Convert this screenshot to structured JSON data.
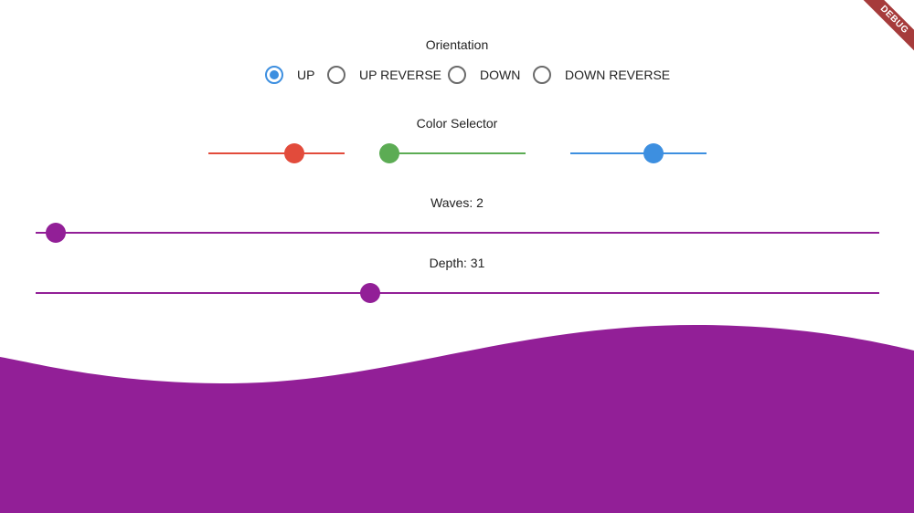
{
  "orientation": {
    "title": "Orientation",
    "options": [
      "UP",
      "UP REVERSE",
      "DOWN",
      "DOWN REVERSE"
    ],
    "selected": "UP"
  },
  "color_selector": {
    "title": "Color Selector",
    "sliders": [
      {
        "channel": "red",
        "color": "#e24b3b",
        "value": 0.63
      },
      {
        "channel": "green",
        "color": "#5cac54",
        "value": 0.07
      },
      {
        "channel": "blue",
        "color": "#3d8fe0",
        "value": 0.61
      }
    ]
  },
  "waves": {
    "label": "Waves: 2",
    "value": 2,
    "min": 1,
    "max": 43
  },
  "depth": {
    "label": "Depth: 31",
    "value": 31
  },
  "wave_color": "#921f97",
  "accent_slider_color": "#921f97",
  "debug_banner": "DEBUG"
}
